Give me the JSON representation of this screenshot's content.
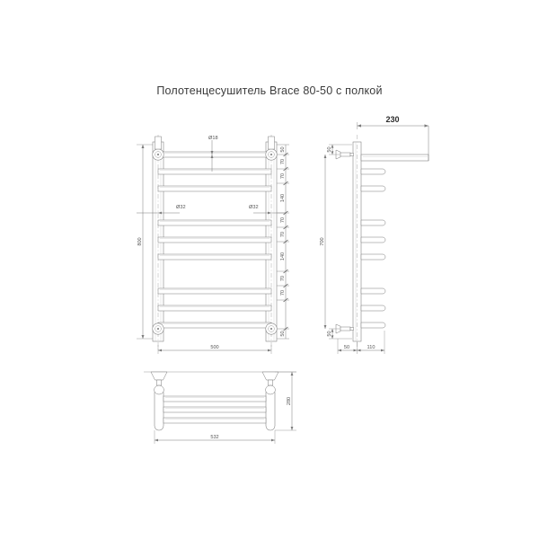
{
  "page": {
    "title": "Полотенцесушитель Brace 80-50 с полкой",
    "background_color": "#ffffff",
    "line_color": "#7a7a7a",
    "dim_color": "#555555",
    "centerline_color": "#9a9a9a"
  },
  "front_view": {
    "name": "front-view",
    "overall_height": "800",
    "overall_width": "500",
    "rung_diameter_label": "Ø18",
    "post_diameter_label_left": "Ø32",
    "post_diameter_label_right": "Ø32",
    "dimension_chain": [
      "50",
      "70",
      "70",
      "140",
      "70",
      "70",
      "140",
      "70",
      "70",
      "50"
    ],
    "rung_count": 9
  },
  "side_view": {
    "name": "side-view",
    "shelf_depth": "230",
    "height": "700",
    "top_offset": "50",
    "bottom_offset": "50",
    "base_left": "50",
    "base_right": "110",
    "rung_count": 8
  },
  "plan_view": {
    "name": "plan-view",
    "width": "532",
    "depth": "280"
  }
}
